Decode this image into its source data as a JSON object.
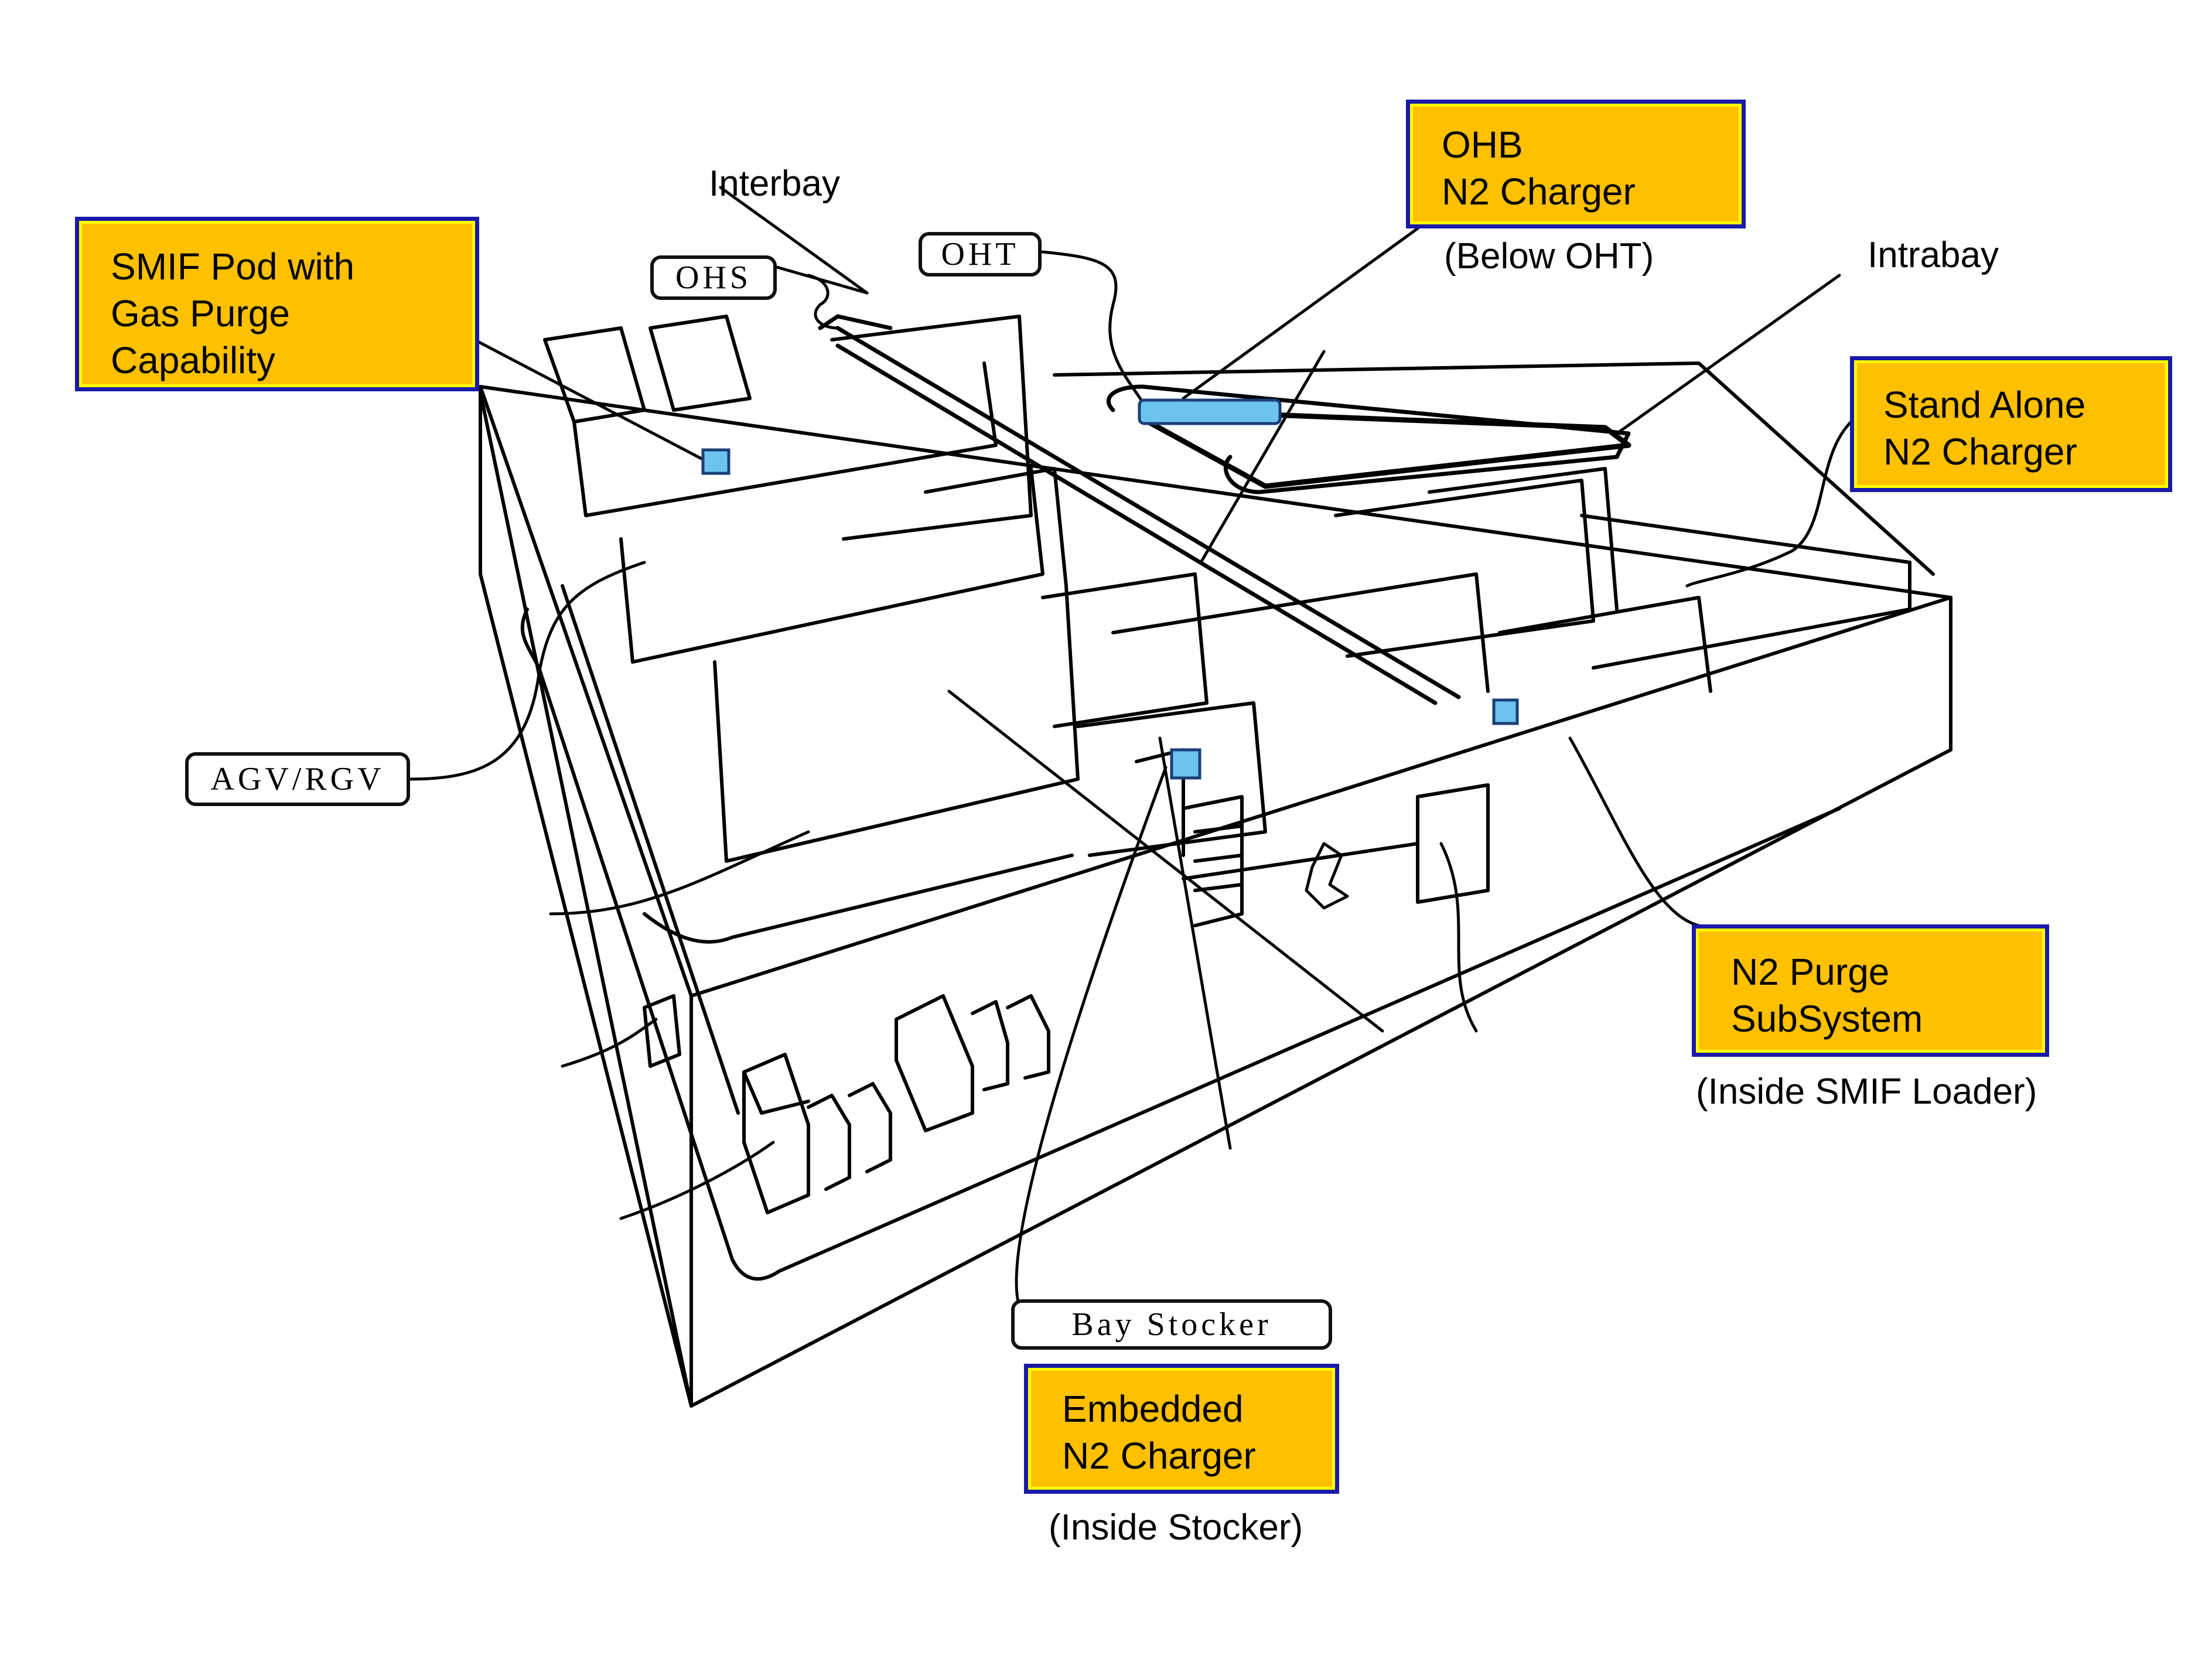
{
  "diagram": {
    "subject": "Semiconductor fab automated material handling system with N2 purge / charging points",
    "colors": {
      "callout_fill": "#ffc000",
      "callout_border": "#1a1aa8",
      "callout_inner_border": "#ffff00",
      "purge_pod_fill": "#6cc3f0",
      "line": "#000000",
      "background": "#ffffff"
    },
    "callouts": [
      {
        "id": "smif-pod",
        "lines": [
          "SMIF  Pod  with",
          "Gas Purge",
          "Capability"
        ],
        "note": ""
      },
      {
        "id": "ohb-charger",
        "lines": [
          "OHB",
          "N2 Charger"
        ],
        "note": "(Below OHT)"
      },
      {
        "id": "stand-alone-charger",
        "lines": [
          "Stand Alone",
          "N2 Charger"
        ],
        "note": ""
      },
      {
        "id": "n2-purge-subsystem",
        "lines": [
          "N2 Purge",
          "SubSystem"
        ],
        "note": "(Inside SMIF  Loader)"
      },
      {
        "id": "embedded-charger",
        "lines": [
          "Embedded",
          "N2 Charger"
        ],
        "note": "(Inside Stocker)"
      }
    ],
    "tags": {
      "ohs": "OHS",
      "oht": "OHT",
      "agv_rgv": "AGV/RGV",
      "bay_stocker": "Bay  Stocker"
    },
    "labels": {
      "interbay": "Interbay",
      "intrabay": "Intrabay"
    }
  }
}
